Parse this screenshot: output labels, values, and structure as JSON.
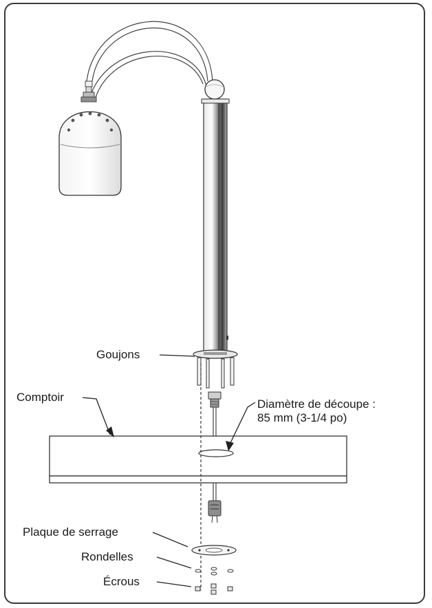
{
  "labels": {
    "studs": "Goujons",
    "counter": "Comptoir",
    "cutout_line1": "Diamètre de découpe :",
    "cutout_line2": "85 mm (3-1/4 po)",
    "clamp_plate": "Plaque de serrage",
    "washers": "Rondelles",
    "nuts": "Écrous"
  }
}
